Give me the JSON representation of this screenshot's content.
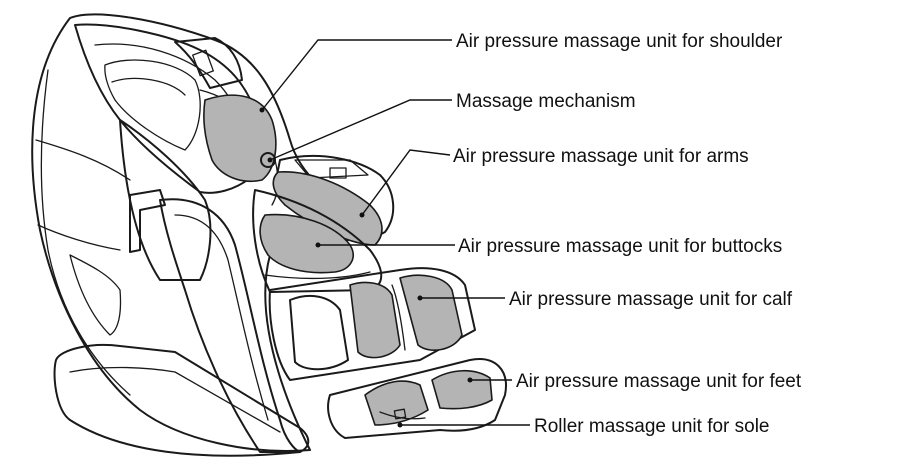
{
  "labels": [
    {
      "id": "shoulder",
      "text": "Air pressure massage unit for shoulder"
    },
    {
      "id": "mechanism",
      "text": "Massage mechanism"
    },
    {
      "id": "arms",
      "text": "Air pressure massage unit for arms"
    },
    {
      "id": "buttocks",
      "text": "Air pressure massage unit for buttocks"
    },
    {
      "id": "calf",
      "text": "Air pressure massage unit for calf"
    },
    {
      "id": "feet",
      "text": "Air pressure massage unit for feet"
    },
    {
      "id": "sole",
      "text": "Roller massage unit for sole"
    }
  ],
  "colors": {
    "pad_fill": "#b4b4b4",
    "line": "#1a1a1a",
    "background": "#ffffff"
  }
}
